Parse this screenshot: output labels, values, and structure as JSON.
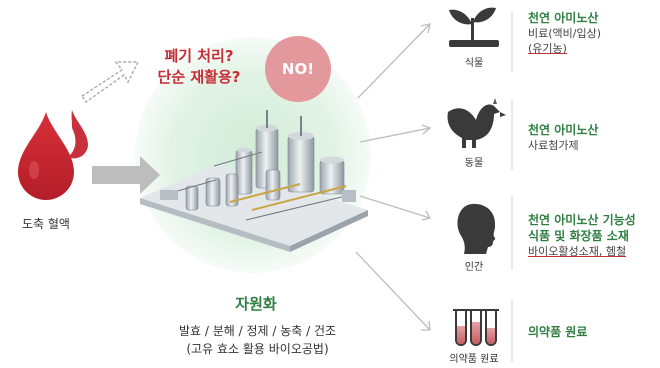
{
  "center": {
    "question_line1": "폐기 처리?",
    "question_line2": "단순 재활용?",
    "no_label": "NO!",
    "source_label": "도축 혈액",
    "process_title": "자원화",
    "process_steps": "발효 / 분해 / 정제 / 농축 / 건조",
    "process_method": "(고유 효소 활용 바이오공법)"
  },
  "outputs": [
    {
      "icon": "plant-icon",
      "label": "식물",
      "title": "천연 아미노산",
      "desc_line1": "비료(액비/입상)",
      "desc_line2": "(유기농)"
    },
    {
      "icon": "chicken-icon",
      "label": "동물",
      "title": "천연 아미노산",
      "desc_line1": "사료첨가제"
    },
    {
      "icon": "human-head-icon",
      "label": "인간",
      "title_line1": "천연 아미노산 기능성",
      "title_line2": "식품 및 화장품 소재",
      "desc_line1": "바이오활성소재, 헴철"
    },
    {
      "icon": "test-tubes-icon",
      "label": "의약품 원료",
      "title": "의약품 원료"
    }
  ],
  "colors": {
    "accent_red": "#c62f36",
    "accent_green": "#2f7f43",
    "no_circle": "#e3989c",
    "plant_glow": "#dcefe1"
  }
}
